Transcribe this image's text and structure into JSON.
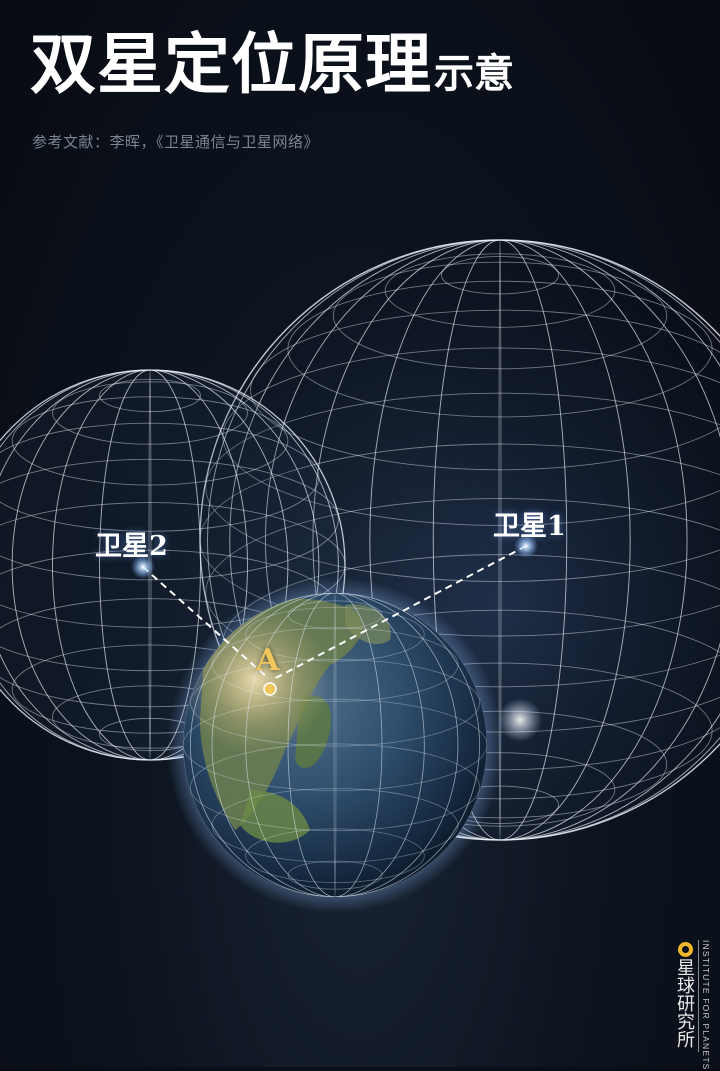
{
  "title": {
    "main": "双星定位原理",
    "sub": "示意"
  },
  "reference": "参考文献：李晖，《卫星通信与卫星网络》",
  "diagram": {
    "satellite_1_label": "卫星1",
    "satellite_2_label": "卫星2",
    "point_label": "A"
  },
  "logo": {
    "name_cn": "星球研究所",
    "name_en": "INSTITUTE FOR PLANETS"
  },
  "colors": {
    "background": "#0a0f18",
    "grid_lines": "#e8eef7",
    "point_marker": "#f1c65a",
    "reference_text": "#7b8594"
  }
}
